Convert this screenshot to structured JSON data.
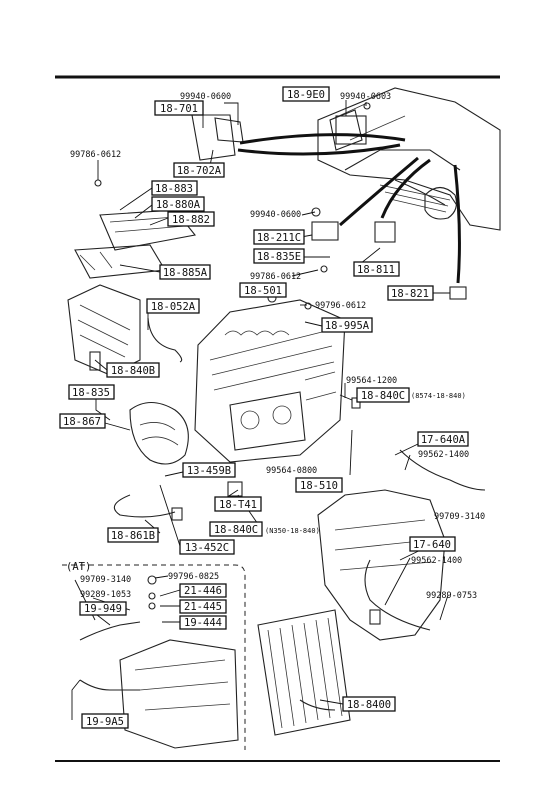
{
  "page": {
    "title": ""
  },
  "sections": {
    "at_label": "(AT)"
  },
  "boxed_labels": [
    "18-9E0",
    "18-701",
    "18-702A",
    "18-883",
    "18-880A",
    "18-882",
    "18-885A",
    "18-211C",
    "18-835E",
    "18-811",
    "18-821",
    "18-501",
    "18-052A",
    "18-995A",
    "18-840B",
    "18-835",
    "18-867",
    "18-840C",
    "17-640A",
    "13-459B",
    "18-T41",
    "18-510",
    "18-840C",
    "18-861B",
    "13-452C",
    "17-640",
    "21-446",
    "21-445",
    "19-949",
    "19-444",
    "19-9A5",
    "18-8400"
  ],
  "plain_labels": [
    "99940-0600",
    "99940-0603",
    "99786-0612",
    "99940-0600",
    "99786-0612",
    "99796-0612",
    "99564-1200",
    "(8574-18-840)",
    "99562-1400",
    "99564-0800",
    "99709-3140",
    "(N350-18-840)",
    "99562-1400",
    "99709-3140",
    "99796-0825",
    "99289-1053",
    "99289-0753"
  ]
}
